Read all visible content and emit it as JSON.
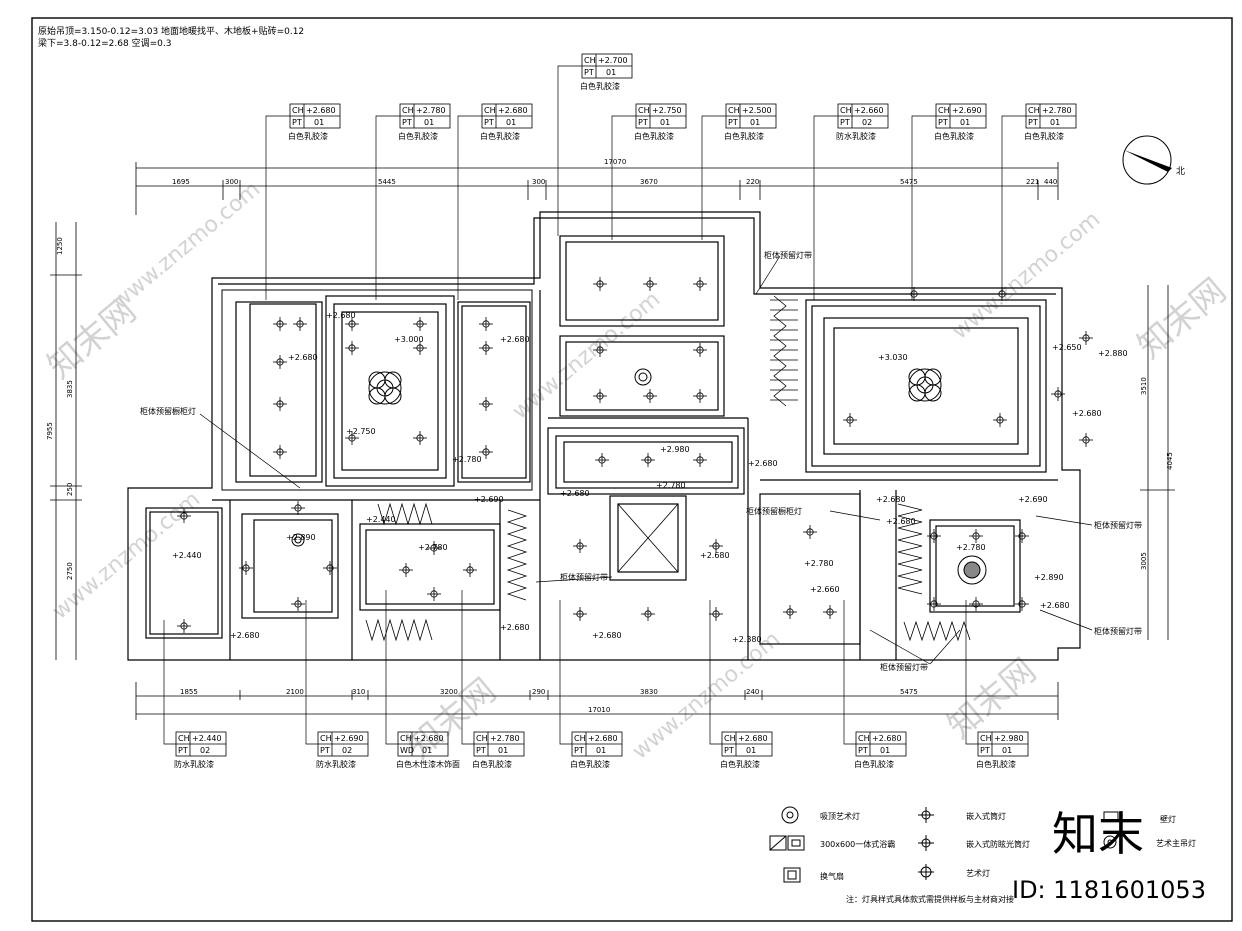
{
  "header": {
    "line1": "原始吊顶=3.150-0.12=3.03    地面地暖找平、木地板+贴砖=0.12",
    "line2": "梁下=3.8-0.12=2.68    空调=0.3"
  },
  "north_label": "北",
  "tags_top": [
    {
      "ch": "+2.700",
      "pt": "01",
      "label": "白色乳胶漆"
    },
    {
      "ch": "+2.680",
      "pt": "01",
      "label": "白色乳胶漆"
    },
    {
      "ch": "+2.780",
      "pt": "01",
      "label": "白色乳胶漆"
    },
    {
      "ch": "+2.680",
      "pt": "01",
      "label": "白色乳胶漆"
    },
    {
      "ch": "+2.750",
      "pt": "01",
      "label": "白色乳胶漆"
    },
    {
      "ch": "+2.500",
      "pt": "01",
      "label": "白色乳胶漆"
    },
    {
      "ch": "+2.660",
      "pt": "02",
      "label": "防水乳胶漆"
    },
    {
      "ch": "+2.690",
      "pt": "01",
      "label": "白色乳胶漆"
    },
    {
      "ch": "+2.780",
      "pt": "01",
      "label": "白色乳胶漆"
    }
  ],
  "tags_bottom": [
    {
      "ch": "+2.440",
      "pt": "02",
      "label": "防水乳胶漆"
    },
    {
      "ch": "+2.690",
      "pt": "02",
      "label": "防水乳胶漆"
    },
    {
      "ch": "+2.680",
      "pt": "WD",
      "ptv": "01",
      "label": "白色木性漆木饰面"
    },
    {
      "ch": "+2.780",
      "pt": "01",
      "label": "白色乳胶漆"
    },
    {
      "ch": "+2.680",
      "pt": "01",
      "label": "白色乳胶漆"
    },
    {
      "ch": "+2.680",
      "pt": "01",
      "label": "白色乳胶漆"
    },
    {
      "ch": "+2.680",
      "pt": "01",
      "label": "白色乳胶漆"
    },
    {
      "ch": "+2.980",
      "pt": "01",
      "label": "白色乳胶漆"
    }
  ],
  "dims_top": {
    "total": "17070",
    "segments": [
      "1695",
      "300",
      "5445",
      "300",
      "3670",
      "220",
      "5475",
      "221",
      "440"
    ]
  },
  "dims_bottom": {
    "total": "17010",
    "segments": [
      "1855",
      "2100",
      "310",
      "3200",
      "290",
      "3830",
      "240",
      "5475"
    ]
  },
  "dims_left": [
    "1250",
    "3835",
    "7955",
    "250",
    "2750"
  ],
  "dims_right": [
    "3510",
    "4045",
    "3005"
  ],
  "callouts": {
    "cabinet_pre_light_left": "柜体预留橱柜灯",
    "cabinet_light_strip_top": "柜体预留灯带",
    "cabinet_light_strip_center": "柜体预留灯带",
    "cabinet_pre_light_right": "柜体预留橱柜灯",
    "cabinet_light_strip_r1": "柜体预留灯带",
    "cabinet_light_strip_r2": "柜体预留灯带",
    "cabinet_light_strip_bottom": "柜体预留灯带"
  },
  "room_heights": [
    "+2.680",
    "+2.680",
    "+3.000",
    "+2.680",
    "+2.750",
    "+2.780",
    "+3.030",
    "+2.650",
    "+2.880",
    "+2.680",
    "+2.980",
    "+2.680",
    "+2.780",
    "+2.680",
    "+2.690",
    "+2.440",
    "+2.890",
    "+2.440",
    "+2.780",
    "+2.680",
    "+2.680",
    "+2.780",
    "+2.660",
    "+2.680",
    "+2.380",
    "+2.680",
    "+2.680",
    "+2.690",
    "+2.780",
    "+2.890",
    "+2.680",
    "+2.680"
  ],
  "legend": {
    "items": [
      {
        "icon": "art-ceiling-lamp-icon",
        "label": "吸顶艺术灯"
      },
      {
        "icon": "recessed-downlight-icon",
        "label": "嵌入式筒灯"
      },
      {
        "icon": "bath-heater-icon",
        "label": "300x600一体式浴霸"
      },
      {
        "icon": "recessed-anti-glare-icon",
        "label": "嵌入式防眩光筒灯"
      },
      {
        "icon": "exhaust-fan-icon",
        "label": "换气扇"
      },
      {
        "icon": "art-lamp-icon",
        "label": "艺术灯"
      },
      {
        "icon": "wall-lamp-icon",
        "label": "壁灯"
      },
      {
        "icon": "main-pendant-icon",
        "label": "艺术主吊灯"
      }
    ],
    "note": "注：灯具样式具体款式需提供样板与主材商对接"
  },
  "watermark": {
    "site": "www.znzmo.com",
    "brand": "知末",
    "id": "ID: 1181601053",
    "cn": "知末网"
  }
}
